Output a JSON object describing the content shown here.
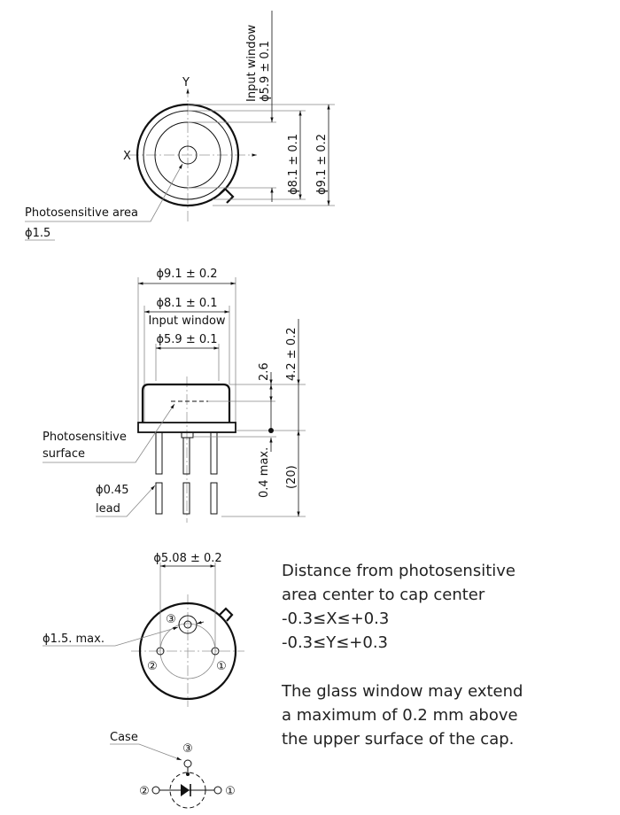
{
  "top_view": {
    "input_window_label": "Input window",
    "input_window_dim": "ϕ5.9 ± 0.1",
    "dim_8_1": "ϕ8.1 ± 0.1",
    "dim_9_1": "ϕ9.1 ± 0.2",
    "x_axis": "X",
    "y_axis": "Y",
    "photosensitive_area_label": "Photosensitive area",
    "photosensitive_area_dim": "ϕ1.5"
  },
  "side_view": {
    "dim_9_1": "ϕ9.1 ± 0.2",
    "dim_8_1": "ϕ8.1 ± 0.1",
    "input_window_label": "Input window",
    "input_window_dim": "ϕ5.9 ± 0.1",
    "dim_2_6": "2.6",
    "dim_4_2": "4.2 ± 0.2",
    "dim_0_4": "0.4 max.",
    "dim_20": "(20)",
    "photosensitive_label_1": "Photosensitive",
    "photosensitive_label_2": "surface",
    "lead_dim": "ϕ0.45",
    "lead_label": "lead"
  },
  "bottom_view": {
    "pitch_dim": "ϕ5.08 ± 0.2",
    "pin_dim": "ϕ1.5. max.",
    "pin1": "①",
    "pin2": "②",
    "pin3": "③"
  },
  "schematic": {
    "case_label": "Case",
    "pin1": "①",
    "pin2": "②",
    "pin3": "③"
  },
  "notes": {
    "lines1": [
      "Distance from photosensitive",
      "area center to cap center",
      "-0.3≤X≤+0.3",
      "-0.3≤Y≤+0.3"
    ],
    "lines2": [
      "The glass window may extend",
      "a maximum of 0.2 mm above",
      "the upper surface of the cap."
    ]
  }
}
